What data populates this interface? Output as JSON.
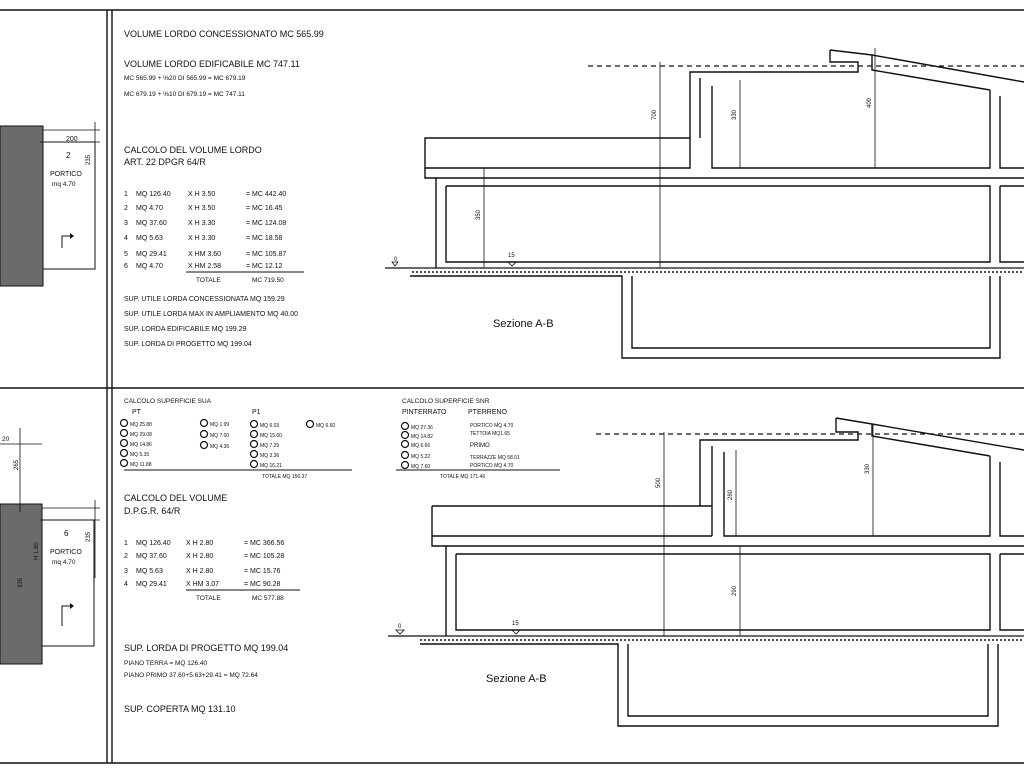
{
  "top": {
    "vol_concessionato": "VOLUME LORDO CONCESSIONATO MC 565.99",
    "vol_edificabile": "VOLUME LORDO EDIFICABILE MC 747.11",
    "formula_1": "MC 565.99 + %20 DI 565.99 = MC 679.19",
    "formula_2": "MC 679.19 + %10 DI 679.19 = MC 747.11",
    "calc_title": "CALCOLO DEL VOLUME LORDO",
    "calc_subtitle": "ART. 22 DPGR 64/R",
    "rows": [
      {
        "n": "1",
        "mq": "MQ 126.40",
        "h": "X  H 3.50",
        "mc": "= MC 442.40"
      },
      {
        "n": "2",
        "mq": "MQ   4.70",
        "h": "X  H 3.50",
        "mc": "= MC  16.45"
      },
      {
        "n": "3",
        "mq": "MQ 37.60",
        "h": "X  H 3.30",
        "mc": "= MC 124.08"
      },
      {
        "n": "4",
        "mq": "MQ   5.63",
        "h": "X  H 3.30",
        "mc": "= MC  18.58"
      },
      {
        "n": "5",
        "mq": "MQ 29.41",
        "h": "X  HM 3.60",
        "mc": "= MC 105.87"
      },
      {
        "n": "6",
        "mq": "MQ   4.70",
        "h": "X  HM 2.58",
        "mc": "= MC  12.12"
      }
    ],
    "totale_label": "TOTALE",
    "totale_value": "MC 719.50",
    "sup_lines": [
      "SUP. UTILE LORDA CONCESSIONATA MQ 159.29",
      "SUP. UTILE LORDA MAX IN AMPLIAMENTO MQ 40.00",
      "SUP. LORDA EDIFICABILE MQ 199.29",
      "SUP. LORDA DI PROGETTO MQ 199.04"
    ],
    "plan": {
      "dim_200": "200",
      "num_2": "2",
      "dim_235": "235",
      "portico": "PORTICO",
      "portico_mq": "mq 4.70"
    },
    "section": {
      "label": "Sezione A-B",
      "d700": "700",
      "d330": "330",
      "d400": "400",
      "d350": "350",
      "elev_0": "0",
      "elev_15": "15"
    }
  },
  "bottom": {
    "sua_title": "CALCOLO SUPERFICIE SUA",
    "pt_label": "PT",
    "p1_label": "P1",
    "pt_col": [
      "MQ 25.88",
      "MQ 29.08",
      "MQ 14.86",
      "MQ 5.35",
      "MQ 11.88"
    ],
    "mid_col": [
      "MQ 1.99",
      "MQ 7.00",
      "MQ 4.36"
    ],
    "p1_col": [
      "MQ 6.03",
      "MQ 15.60",
      "MQ 7.29",
      "MQ 3.36",
      "MQ 16.21"
    ],
    "extra_col": [
      "MQ 6.60"
    ],
    "sua_totale": "TOTALE        MQ 156.37",
    "snr_title": "CALCOLO SUPERFICIE SNR",
    "pinterrato": "PINTERRATO",
    "pterreno": "PTERRENO",
    "snr_left": [
      "MQ 27.36",
      "MQ 14.82",
      "MQ 6.66",
      "MQ 5.22",
      "MQ 7.60"
    ],
    "snr_right": [
      "PORTICO MQ  4.70",
      "TETTOIA  MQ1.65",
      "PRIMO",
      "TERRAZZE MQ 58.01",
      "PORTICO MQ  4.70"
    ],
    "snr_totale": "TOTALE        MQ 171.46",
    "calc_title": "CALCOLO DEL VOLUME",
    "calc_subtitle": "D.P.G.R. 64/R",
    "rows": [
      {
        "n": "1",
        "mq": "MQ 126.40",
        "h": "X  H 2.80",
        "mc": "= MC 366.56"
      },
      {
        "n": "2",
        "mq": "MQ  37.60",
        "h": "X  H 2.80",
        "mc": "= MC 105.28"
      },
      {
        "n": "3",
        "mq": "MQ    5.63",
        "h": "X  H 2.80",
        "mc": "= MC  15.76"
      },
      {
        "n": "4",
        "mq": "MQ  29.41",
        "h": "X  HM 3.07",
        "mc": "= MC  90.28"
      }
    ],
    "totale_label": "TOTALE",
    "totale_value": "MC 577.88",
    "sup_progetto": "SUP. LORDA DI PROGETTO MQ 199.04",
    "piano_terra": "PIANO TERRA   = MQ 126.40",
    "piano_primo": "PIANO PRIMO    37.60+5.63+29.41 = MQ 72.64",
    "sup_coperta": "SUP. COPERTA MQ 131.10",
    "plan": {
      "dim_20": "20",
      "dim_265": "265",
      "num_6": "6",
      "dim_235": "235",
      "h180": "H 1.80",
      "dim_335": "335",
      "portico": "PORTICO",
      "portico_mq": "mq 4.70"
    },
    "section": {
      "label": "Sezione A-B",
      "d500": "500",
      "d280": "280",
      "d330": "330",
      "d290": "290",
      "elev_0": "0",
      "elev_15": "15"
    }
  }
}
